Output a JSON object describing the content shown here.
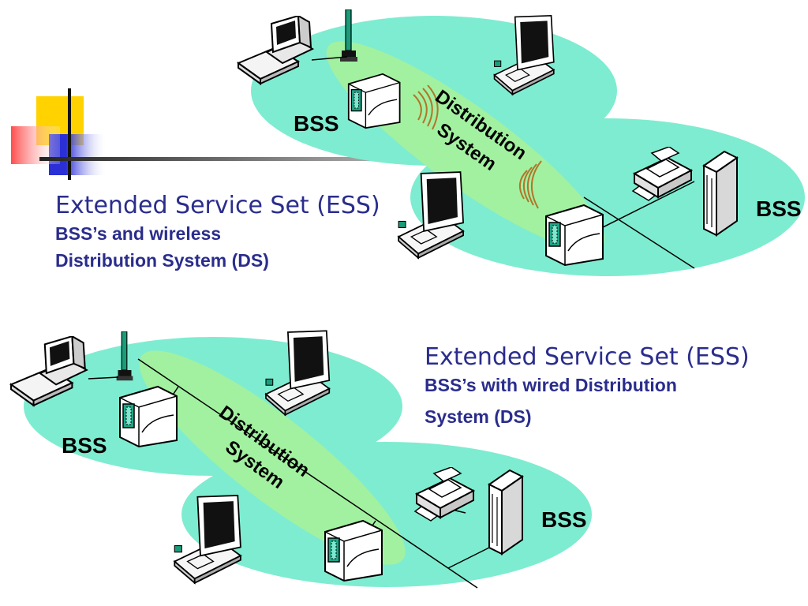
{
  "diagram_top": {
    "title": "Extended Service Set (ESS)",
    "subtitle_line1": "BSS’s and wireless",
    "subtitle_line2": "Distribution System (DS)",
    "ds_line1": "Distribution",
    "ds_line2": "System",
    "bss_left": "BSS",
    "bss_right": "BSS"
  },
  "diagram_bottom": {
    "title": "Extended Service Set (ESS)",
    "subtitle_line1": "BSS’s with wired Distribution",
    "subtitle_line2": "System (DS)",
    "ds_line1": "Distribution",
    "ds_line2": "System",
    "bss_left": "BSS",
    "bss_right": "BSS"
  },
  "colors": {
    "bss_ellipse": "#7eecd0",
    "ds_band": "#a6f29a",
    "heading_text": "#2a2d8c",
    "wave": "#b0762a"
  }
}
